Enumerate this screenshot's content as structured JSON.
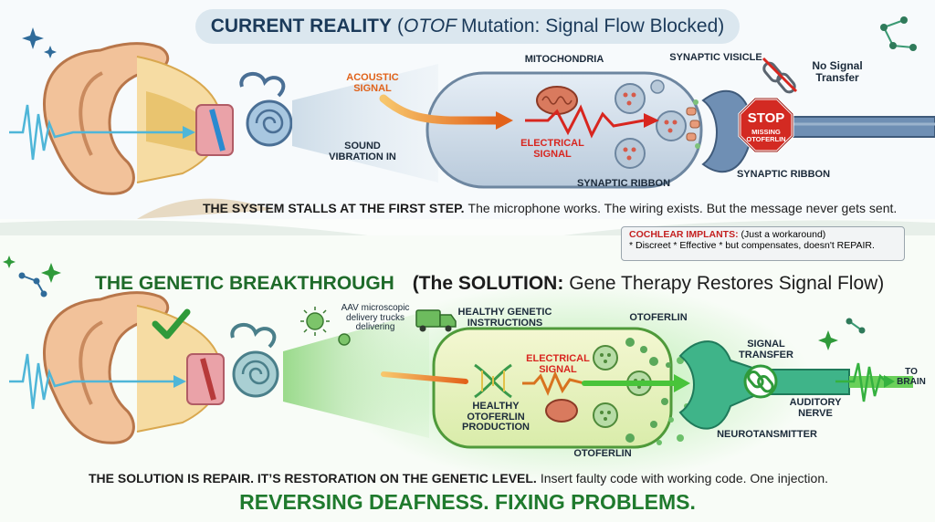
{
  "top": {
    "title_bold": "CURRENT REALITY",
    "title_italic": "OTOF",
    "title_rest": "Mutation: Signal Flow Blocked)",
    "title_open": "(",
    "labels": {
      "acoustic": "ACOUSTIC SIGNAL",
      "sound": "SOUND VIBRATION IN",
      "mito": "MITOCHONDRIA",
      "vesicle": "SYNAPTIC VISICLE",
      "electrical": "ELECTRICAL SIGNAL",
      "ribbon_left": "SYNAPTIC RIBBON",
      "ribbon_right": "SYNAPTIC RIBBON",
      "no_signal": "No Signal Transfer",
      "stop": "STOP",
      "missing": "MISSING OTOFERLIN"
    },
    "caption_bold": "THE SYSTEM STALLS AT THE FIRST STEP.",
    "caption_rest": "The microphone works. The wiring exists. But the message never gets sent."
  },
  "implants": {
    "title": "COCHLEAR IMPLANTS:",
    "title_note": "(Just a workaround)",
    "body": "* Discreet  * Effective  * but compensates, doesn't REPAIR."
  },
  "bottom": {
    "title_green": "THE GENETIC BREAKTHROUGH",
    "title_open": "(The SOLUTION:",
    "title_rest": "Gene Therapy Restores Signal Flow)",
    "labels": {
      "aav": "AAV microscopic delivery trucks delivering",
      "instructions": "HEALTHY GENETIC INSTRUCTIONS",
      "otoferlin_top": "OTOFERLIN",
      "electrical": "ELECTRICAL SIGNAL",
      "production": "HEALTHY OTOFERLIN PRODUCTION",
      "otoferlin_bottom": "OTOFERLIN",
      "signal_transfer": "SIGNAL TRANSFER",
      "auditory": "AUDITORY NERVE",
      "neuro": "NEUROTANSMITTER",
      "brain": "TO BRAIN"
    },
    "caption_bold": "THE SOLUTION IS REPAIR. IT’S RESTORATION ON THE GENETIC LEVEL.",
    "caption_rest": "Insert faulty code with working code. One injection."
  },
  "closing": "REVERSING DEAFNESS. FIXING PROBLEMS.",
  "colors": {
    "green": "#1f7a2d",
    "red": "#c42020",
    "navy": "#1b3a5a"
  }
}
